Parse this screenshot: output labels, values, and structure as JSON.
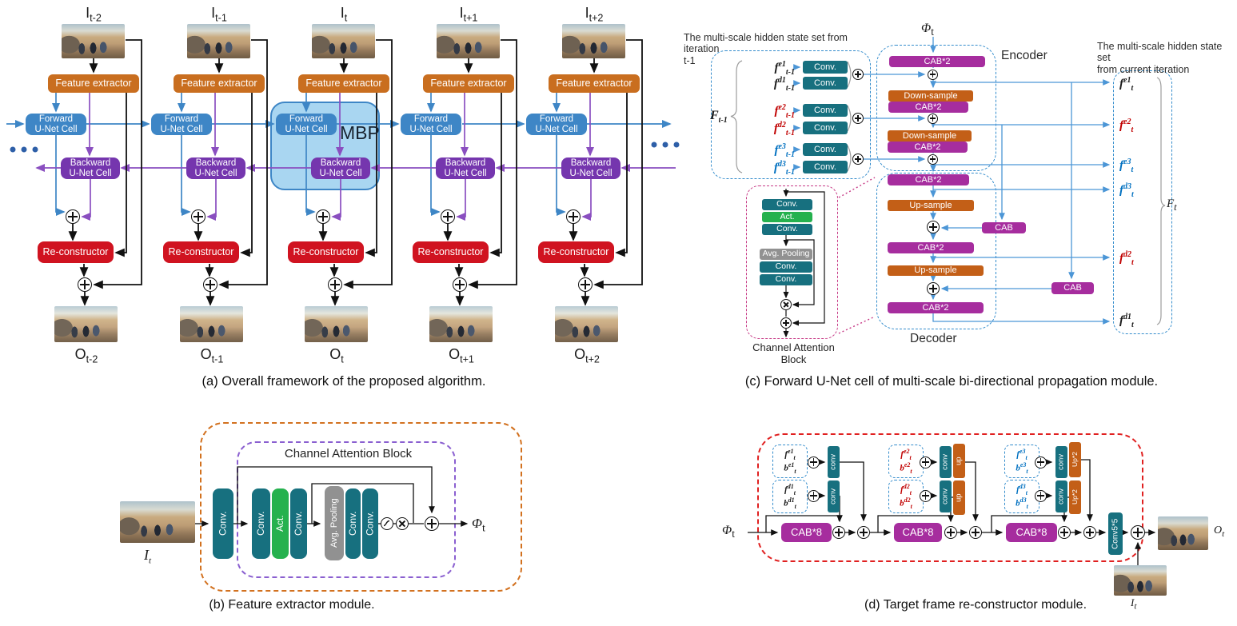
{
  "colors": {
    "feature_extractor_orange": "#C96E1F",
    "forward_blue": "#3E86C6",
    "backward_purple": "#7536AE",
    "reconstructor_red": "#D01320",
    "conv_teal": "#17707F",
    "act_green": "#25B14E",
    "pool_gray": "#919191",
    "cab_magenta": "#A62D9E",
    "sample_orange": "#C35F17",
    "mbp_fill": "#A9D6F1",
    "dashed_blue": "#338CCC",
    "dashed_pink": "#C73A86",
    "dashed_purple": "#8A5FD0",
    "dashed_orange": "#D2711F",
    "dashed_red": "#E02020",
    "state_red": "#C00000",
    "state_blue": "#0070C0",
    "line_lightblue": "#4C96D6"
  },
  "panel_a": {
    "caption": "(a) Overall framework of the proposed algorithm.",
    "mbp_label": "MBP",
    "feature_extractor": "Feature extractor",
    "forward_l1": "Forward",
    "forward_l2": "U-Net Cell",
    "backward_l1": "Backward",
    "backward_l2": "U-Net Cell",
    "reconstructor": "Re-constructor",
    "columns": [
      {
        "input": "I_t-2",
        "output": "O_t-2"
      },
      {
        "input": "I_t-1",
        "output": "O_t-1"
      },
      {
        "input": "I_t",
        "output": "O_t"
      },
      {
        "input": "I_t+1",
        "output": "O_t+1"
      },
      {
        "input": "I_t+2",
        "output": "O_t+2"
      }
    ]
  },
  "panel_c": {
    "caption": "(c) Forward U-Net cell of multi-scale bi-directional propagation module.",
    "left_note_l1": "The multi-scale hidden state set from iteration",
    "left_note_l2": "t-1",
    "right_note_l1": "The multi-scale hidden state set",
    "right_note_l2": "from current iteration",
    "phi": "Φ_t",
    "f_prev": "F_t-1",
    "f_cur": "F_t",
    "conv": "Conv.",
    "left_states": [
      {
        "math": "f^e1_t-1",
        "color": "black"
      },
      {
        "math": "f^d1_t-1",
        "color": "black"
      },
      {
        "math": "f^e2_t-1",
        "color": "red"
      },
      {
        "math": "f^d2_t-1",
        "color": "red"
      },
      {
        "math": "f^e3_t-1",
        "color": "blue"
      },
      {
        "math": "f^d3_t-1",
        "color": "blue"
      }
    ],
    "right_states": [
      {
        "math": "f^e1_t",
        "color": "black"
      },
      {
        "math": "f^e2_t",
        "color": "red"
      },
      {
        "math": "f^e3_t",
        "color": "blue"
      },
      {
        "math": "f^d3_t",
        "color": "blue"
      },
      {
        "math": "f^d2_t",
        "color": "red"
      },
      {
        "math": "f^d1_t",
        "color": "black"
      }
    ],
    "encoder": "Encoder",
    "decoder": "Decoder",
    "cab2": "CAB*2",
    "cab": "CAB",
    "down_sample": "Down-sample",
    "up_sample": "Up-sample",
    "inset": {
      "title": "Channel Attention Block",
      "conv": "Conv.",
      "act": "Act.",
      "avg_pool": "Avg. Pooling"
    }
  },
  "panel_b": {
    "caption": "(b) Feature extractor module.",
    "title": "Channel Attention Block",
    "conv": "Conv.",
    "act": "Act.",
    "avg_pool": "Avg. Pooling",
    "input": "I_t",
    "output": "Φ_t"
  },
  "panel_d": {
    "caption": "(d) Target frame re-constructor module.",
    "phi": "Φ_t",
    "cab8": "CAB*8",
    "conv": "conv",
    "up": "up",
    "up2": "Up*2",
    "conv55": "Conv5*5",
    "input": "I_t",
    "output": "O_t",
    "groups": [
      {
        "color": "black",
        "states": [
          "f^e1_t",
          "b^e1_t",
          "f^d1_t",
          "b^d1_t"
        ]
      },
      {
        "color": "red",
        "states": [
          "f^e2_t",
          "b^e2_t",
          "f^d2_t",
          "b^d2_t"
        ]
      },
      {
        "color": "blue",
        "states": [
          "f^e3_t",
          "b^e3_t",
          "f^d3_t",
          "b^d3_t"
        ]
      }
    ]
  }
}
